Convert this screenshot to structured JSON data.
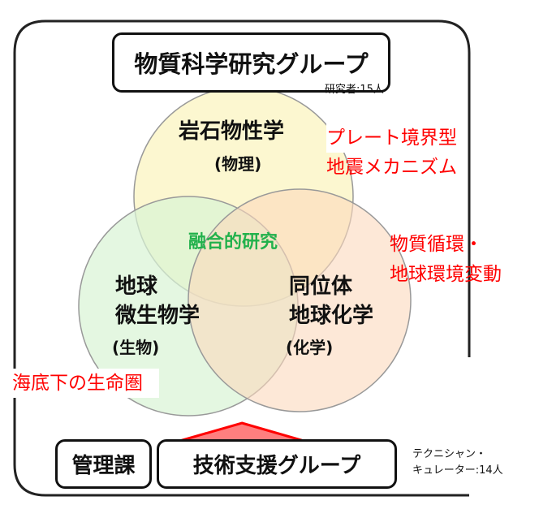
{
  "title_box": "物質科学研究グループ",
  "researchers": "研究者:15人",
  "circles": {
    "top": {
      "name": "岩石物性学",
      "sub": "(物理)",
      "color": "#fbf6c8"
    },
    "left": {
      "lines": [
        "地球",
        "微生物学"
      ],
      "sub": "(生物)",
      "color": "#d9f3d4"
    },
    "right": {
      "lines": [
        "同位体",
        "地球化学"
      ],
      "sub": "(化学)",
      "color": "#fbd9bd"
    }
  },
  "center_label": "融合的研究",
  "annotations": {
    "top_right": [
      "プレート境界型",
      "地震メカニズム"
    ],
    "right": [
      "物質循環・",
      "地球環境変動"
    ],
    "bottom_left": "海底下の生命圏"
  },
  "bottom": {
    "admin": "管理課",
    "tech": "技術支援グループ",
    "staff": [
      "テクニシャン・",
      "キュレーター:14人"
    ]
  },
  "colors": {
    "red": "#ff0000",
    "green": "#22b14c",
    "arrow_fill": "#ff7f7f"
  }
}
